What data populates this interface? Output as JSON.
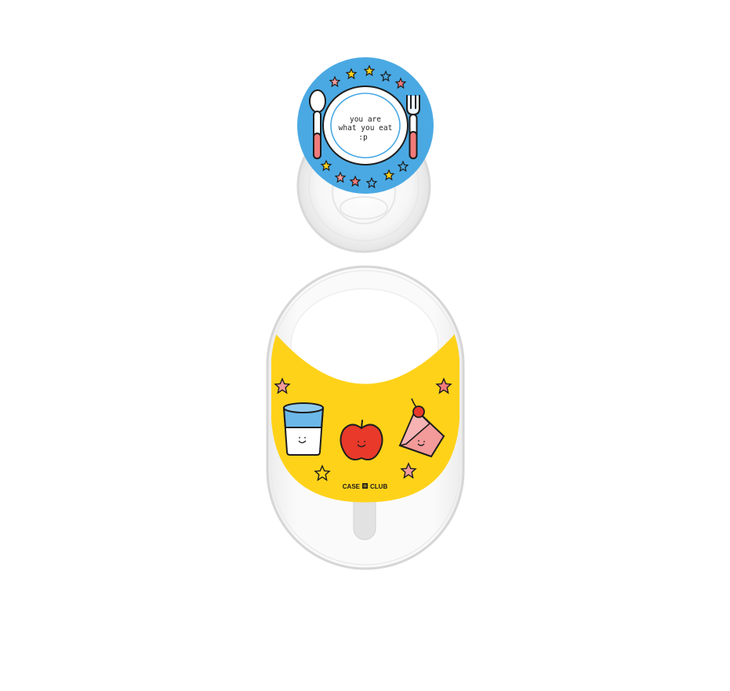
{
  "product": {
    "grip_top": {
      "plate_text_line1": "you are",
      "plate_text_line2": "what you eat",
      "plate_text_line3": ":p"
    },
    "holder": {
      "brand_left": "CASE",
      "brand_right": "CLUB"
    }
  },
  "colors": {
    "grip_blue": "#4aa9e3",
    "holder_yellow": "#ffd21a",
    "cutlery_pink": "#f27b7b",
    "apple_red": "#e8392a",
    "cake_pink": "#f39a9a",
    "clear_plastic_edge": "#d6d6d6"
  },
  "icons": [
    "spoon-icon",
    "fork-icon",
    "plate-icon",
    "star-icon",
    "milk-glass-icon",
    "apple-icon",
    "cake-slice-icon",
    "brand-logo-icon"
  ]
}
